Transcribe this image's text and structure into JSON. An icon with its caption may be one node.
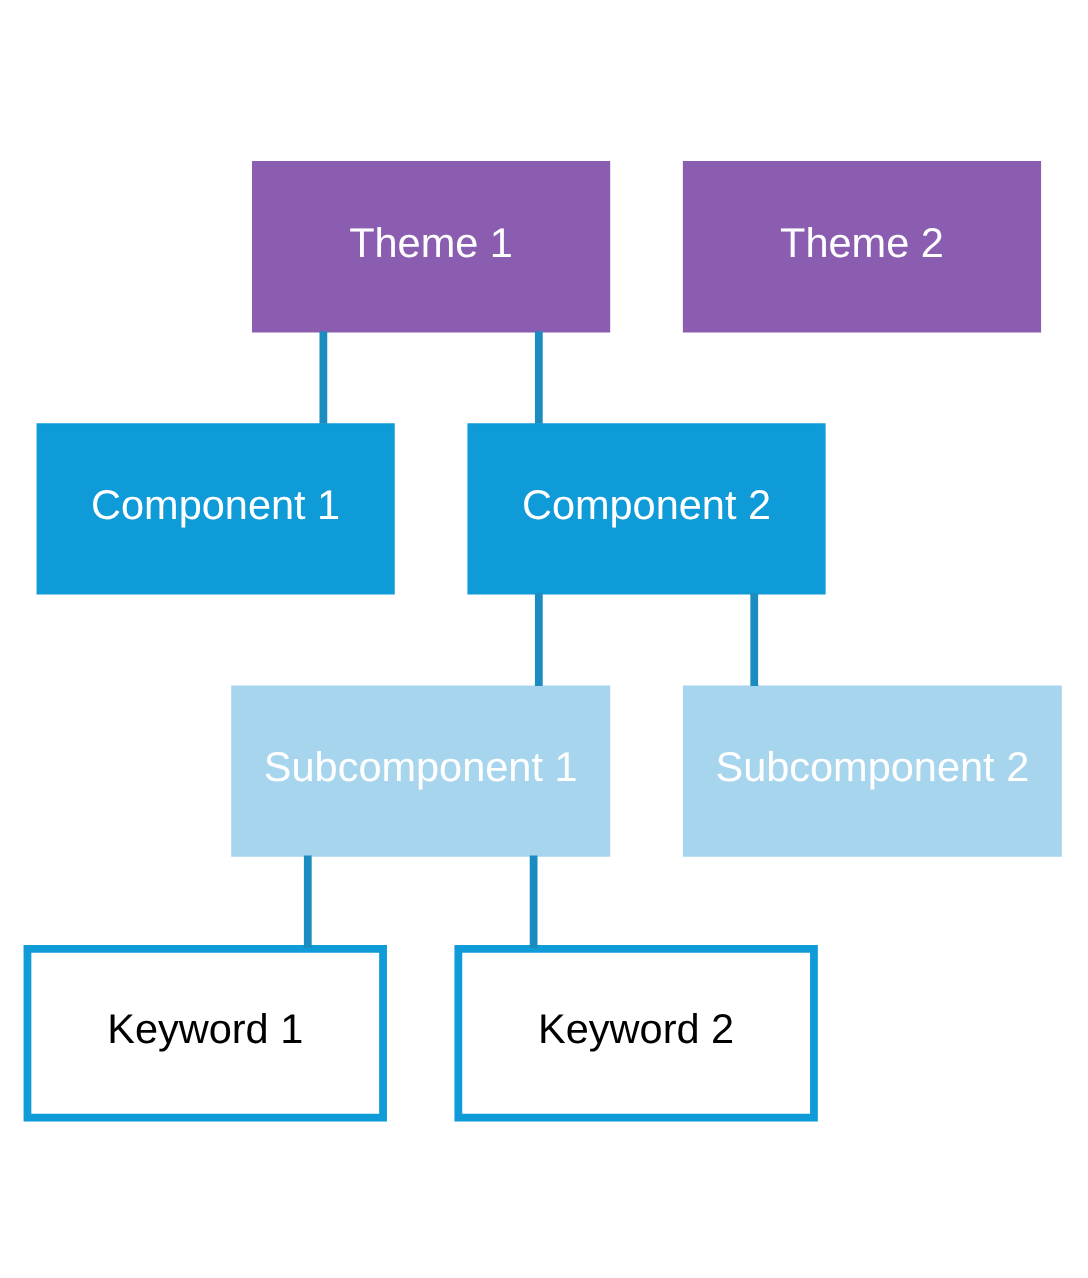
{
  "diagram": {
    "nodes": [
      {
        "text": [
          "Theme 1"
        ]
      },
      {
        "text": [
          "Theme 2"
        ]
      },
      {
        "text": [
          "Component 1"
        ]
      },
      {
        "text": [
          "Component 2"
        ]
      },
      {
        "text": [
          "Subcomponent 1"
        ]
      },
      {
        "text": [
          "Subcomponent 2"
        ]
      },
      {
        "text": [
          "Keyword 1"
        ]
      },
      {
        "text": [
          "Keyword 2"
        ]
      }
    ],
    "edges": [
      {
        "from": 0,
        "to": 2,
        "arrow": "none"
      },
      {
        "from": 0,
        "to": 3,
        "arrow": "none"
      },
      {
        "from": 3,
        "to": 4,
        "arrow": "none"
      },
      {
        "from": 3,
        "to": 5,
        "arrow": "none"
      },
      {
        "from": 4,
        "to": 6,
        "arrow": "none"
      },
      {
        "from": 4,
        "to": 7,
        "arrow": "none"
      }
    ]
  }
}
